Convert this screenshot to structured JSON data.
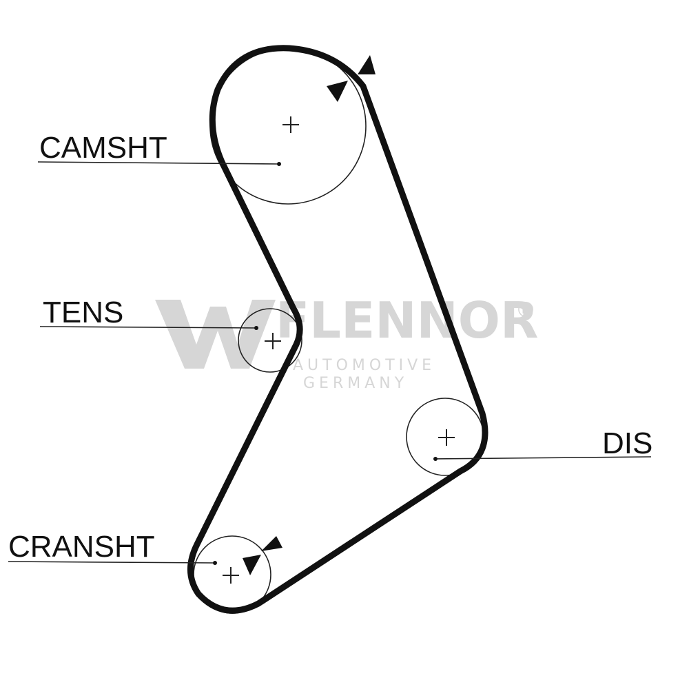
{
  "labels": {
    "camshaft": "CAMSHT",
    "tensioner": "TENS",
    "distributor": "DIS",
    "crankshaft": "CRANSHT"
  },
  "watermark": {
    "brand": "FLENNOR",
    "registered": "®",
    "line1": "AUTOMOTIVE",
    "line2": "GERMANY"
  },
  "colors": {
    "belt": "#111111",
    "pulley": "#222222",
    "watermark": "#d6d6d6"
  }
}
